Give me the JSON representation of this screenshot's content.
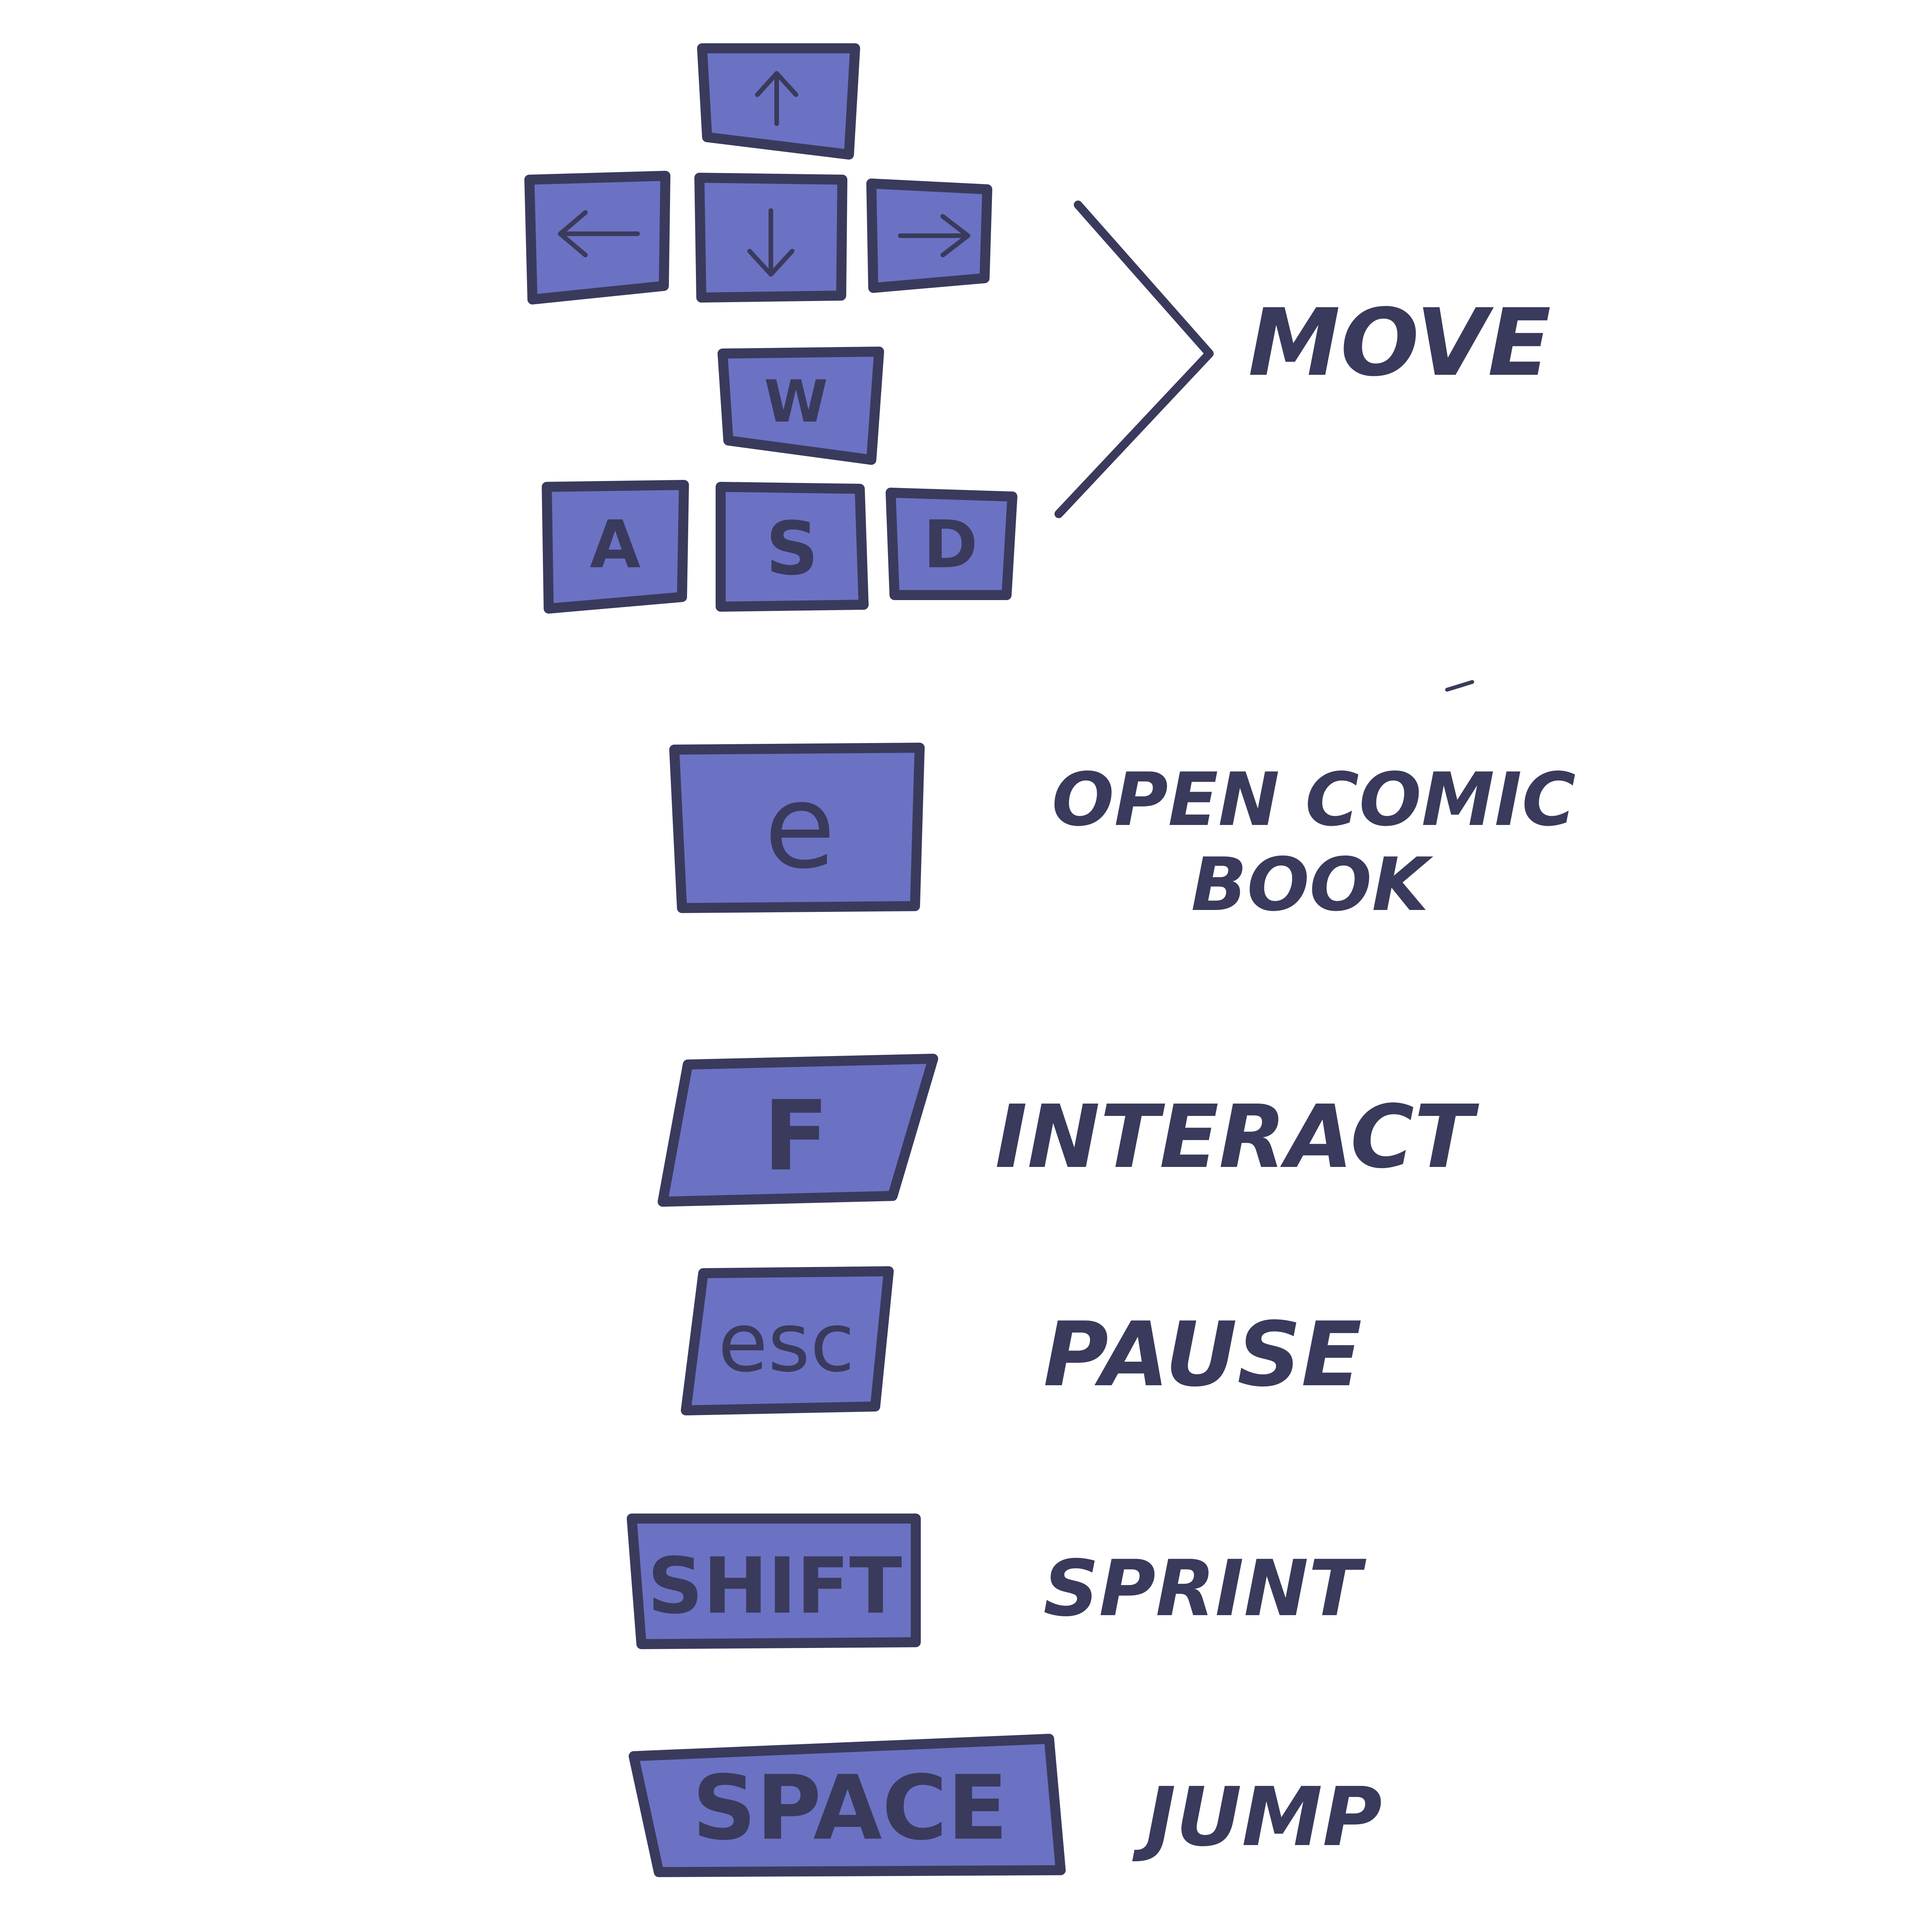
{
  "colors": {
    "key_fill": "#6b72c4",
    "ink": "#3a3a5c",
    "background": "#ffffff"
  },
  "movement": {
    "arrow_keys": [
      {
        "id": "up",
        "icon": "arrow-up-icon"
      },
      {
        "id": "left",
        "icon": "arrow-left-icon"
      },
      {
        "id": "down",
        "icon": "arrow-down-icon"
      },
      {
        "id": "right",
        "icon": "arrow-right-icon"
      }
    ],
    "wasd_keys": {
      "w": "W",
      "a": "A",
      "s": "S",
      "d": "D"
    },
    "action": "MOVE"
  },
  "bindings": [
    {
      "key": "e",
      "action_line1": "OPEN COMIC",
      "action_line2": "BOOK"
    },
    {
      "key": "F",
      "action": "INTERACT"
    },
    {
      "key": "esc",
      "action": "PAUSE"
    },
    {
      "key": "SHIFT",
      "action": "SPRINT"
    },
    {
      "key": "SPACE",
      "action": "JUMP"
    }
  ]
}
